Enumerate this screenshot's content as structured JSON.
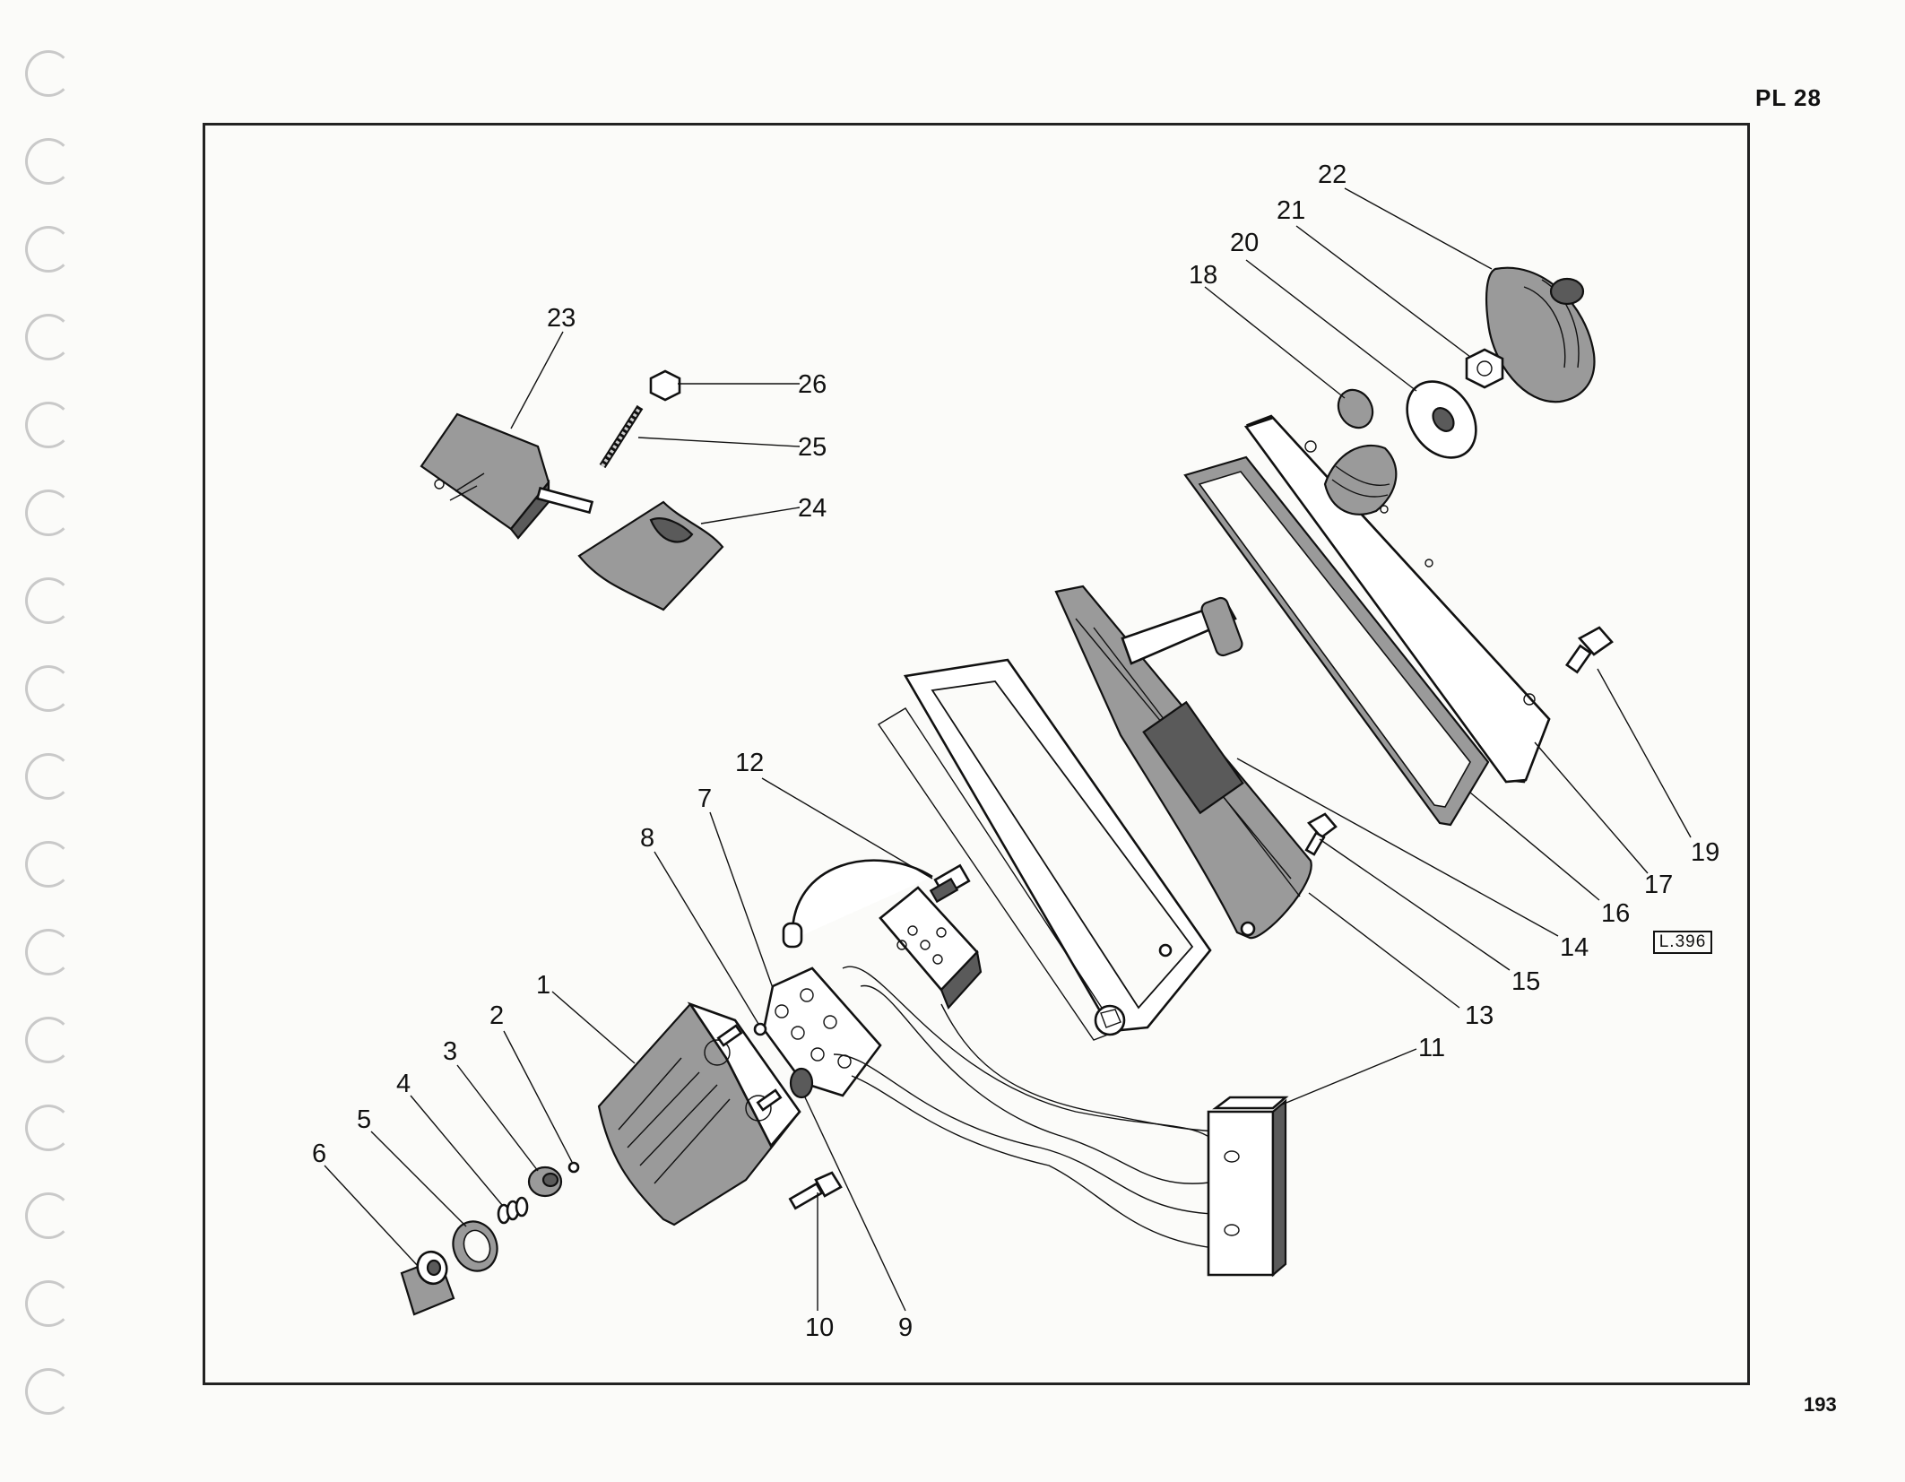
{
  "header": {
    "plate_label": "PL 28"
  },
  "footer": {
    "page_number": "193"
  },
  "drawing_ref": "L.396",
  "binder_holes": 16,
  "callouts": [
    "1",
    "2",
    "3",
    "4",
    "5",
    "6",
    "7",
    "8",
    "9",
    "10",
    "11",
    "12",
    "13",
    "14",
    "15",
    "16",
    "17",
    "18",
    "19",
    "20",
    "21",
    "22",
    "23",
    "24",
    "25",
    "26"
  ]
}
